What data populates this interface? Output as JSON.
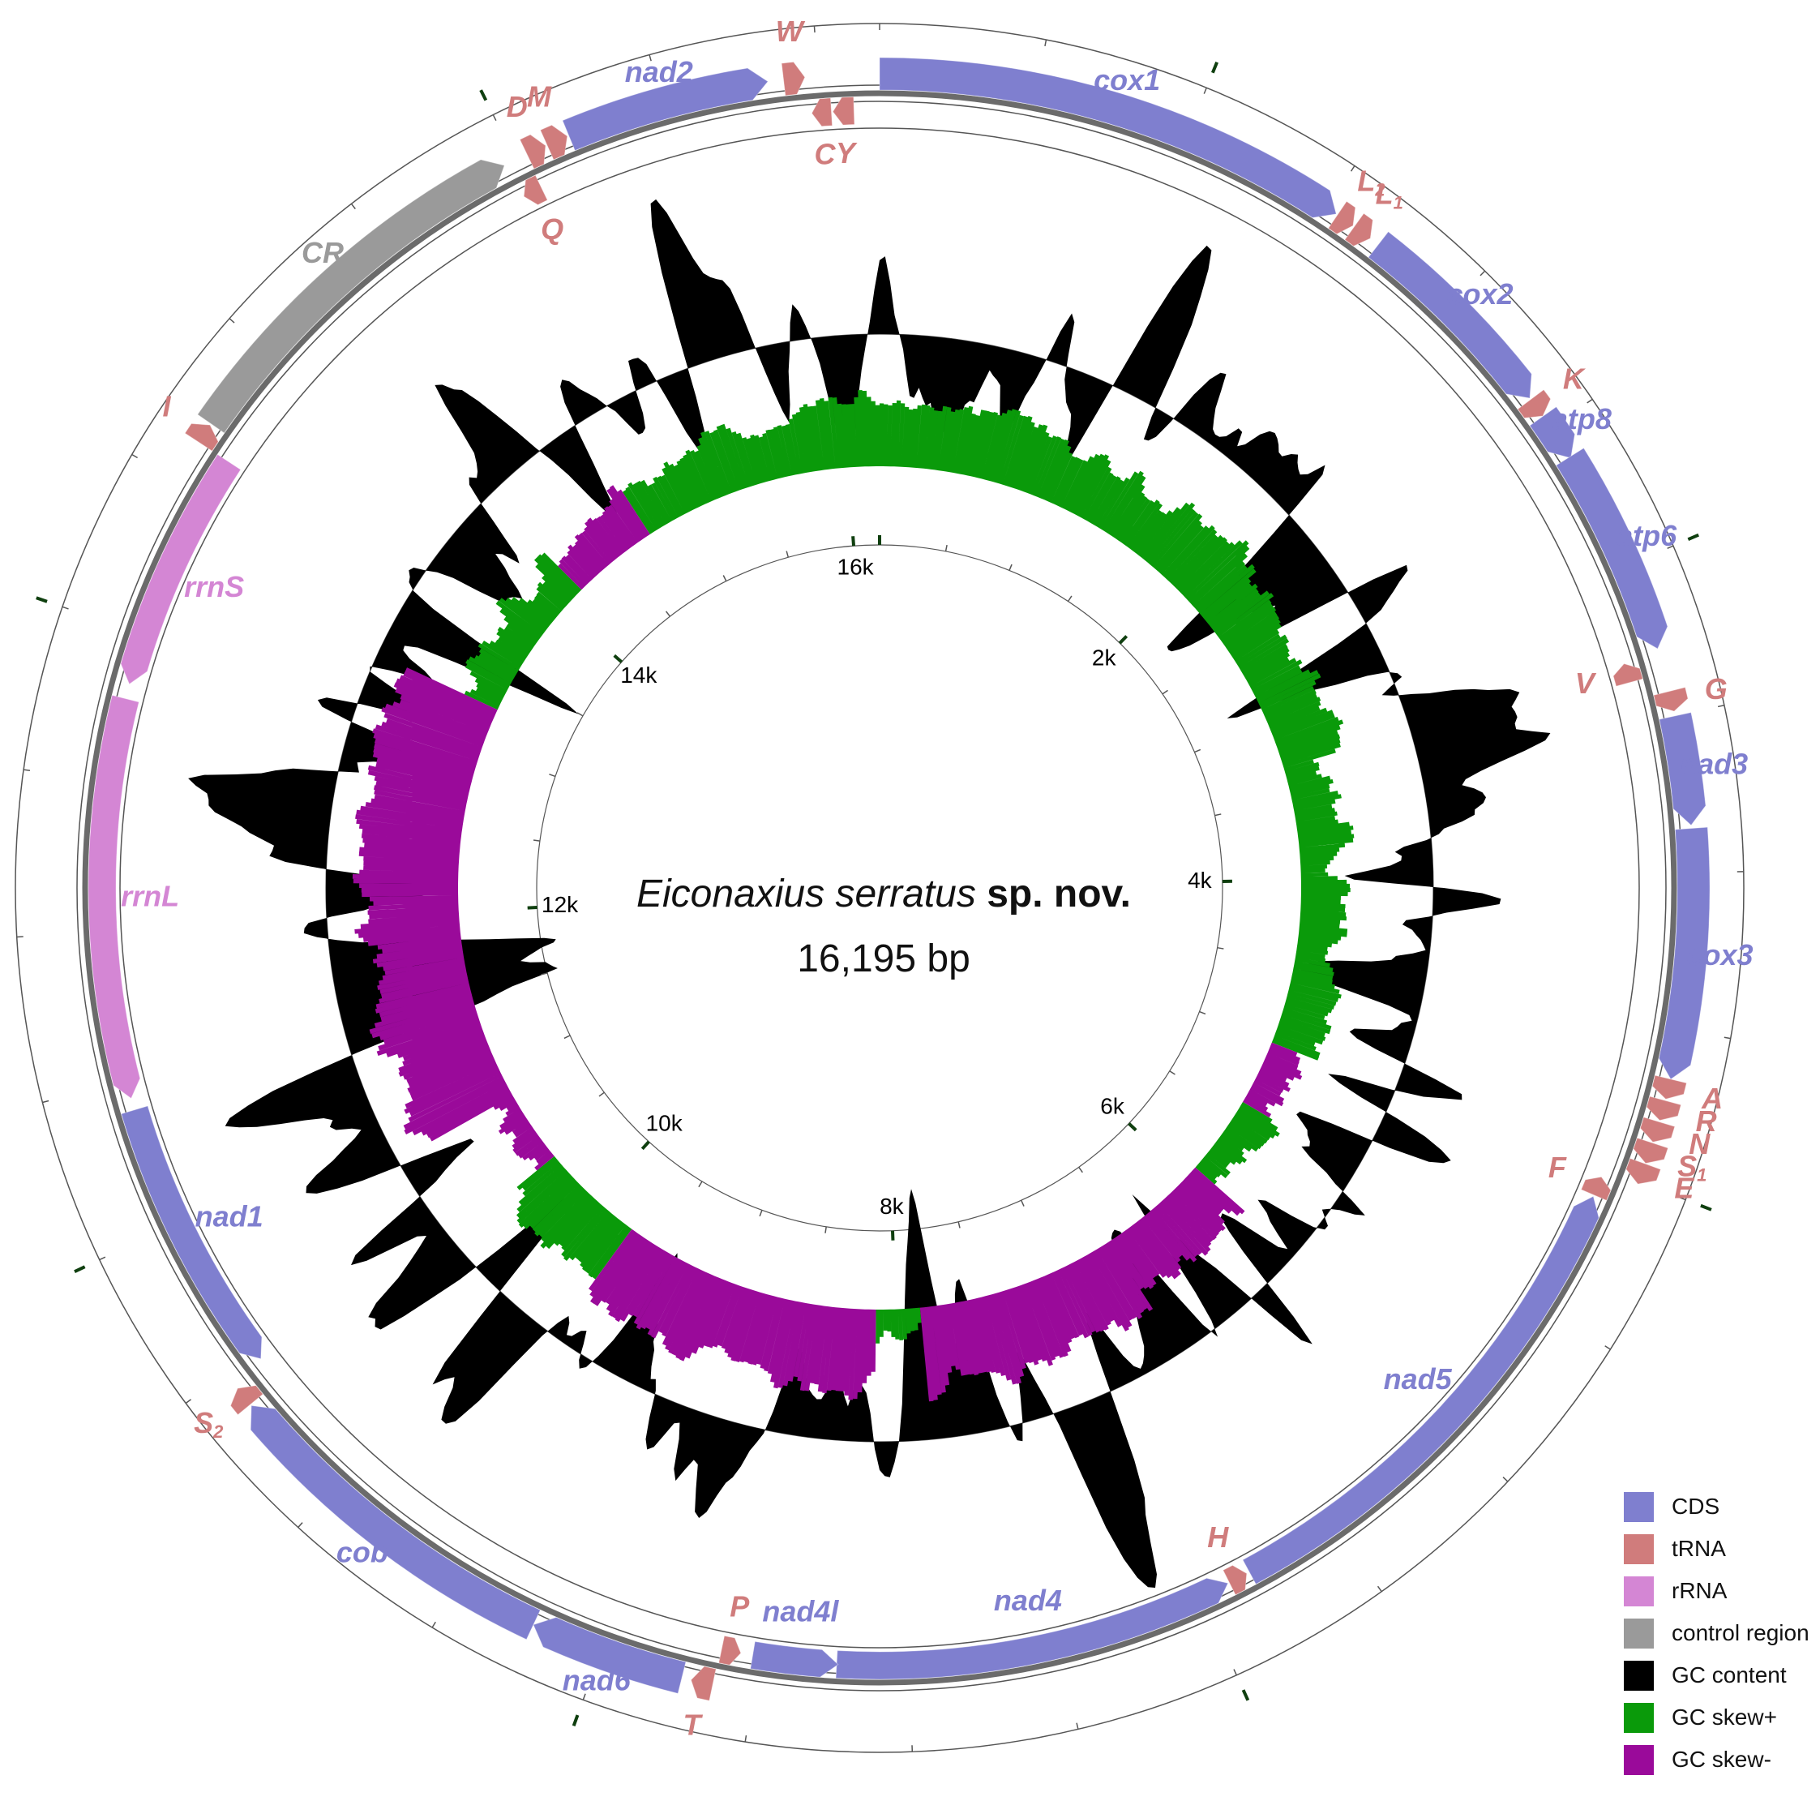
{
  "genome": {
    "species": "Eiconaxius serratus",
    "species_suffix": "sp. nov.",
    "size_label": "16,195 bp",
    "length": 16195
  },
  "colors": {
    "CDS": "#7f7fcf",
    "tRNA": "#d07c7c",
    "rRNA": "#d486d4",
    "control": "#9a9a9a",
    "gc_content": "#000000",
    "gc_skew_pos": "#0a9a0a",
    "gc_skew_neg": "#9a0a9a",
    "tick": "#0f3f0f"
  },
  "features": [
    {
      "name": "cox1",
      "type": "CDS",
      "start": 0,
      "end": 1535,
      "strand": "+",
      "sub": ""
    },
    {
      "name": "L",
      "sub": "2",
      "type": "tRNA",
      "start": 1540,
      "end": 1600,
      "strand": "+"
    },
    {
      "name": "L",
      "sub": "1",
      "type": "tRNA",
      "start": 1605,
      "end": 1668,
      "strand": "+"
    },
    {
      "name": "cox2",
      "type": "CDS",
      "start": 1700,
      "end": 2385,
      "strand": "+",
      "sub": ""
    },
    {
      "name": "K",
      "type": "tRNA",
      "start": 2390,
      "end": 2455,
      "strand": "+",
      "sub": ""
    },
    {
      "name": "atp8",
      "type": "CDS",
      "start": 2456,
      "end": 2615,
      "strand": "+",
      "sub": ""
    },
    {
      "name": "atp6",
      "type": "CDS",
      "start": 2610,
      "end": 3280,
      "strand": "+",
      "sub": ""
    },
    {
      "name": "V",
      "type": "tRNA",
      "start": 3295,
      "end": 3360,
      "strand": "-",
      "sub": ""
    },
    {
      "name": "G",
      "type": "tRNA",
      "start": 3420,
      "end": 3485,
      "strand": "+",
      "sub": ""
    },
    {
      "name": "nad3",
      "type": "CDS",
      "start": 3500,
      "end": 3850,
      "strand": "+",
      "sub": ""
    },
    {
      "name": "cox3",
      "type": "CDS",
      "start": 3860,
      "end": 4660,
      "strand": "+",
      "sub": ""
    },
    {
      "name": "A",
      "type": "tRNA",
      "start": 4660,
      "end": 4725,
      "strand": "+",
      "sub": ""
    },
    {
      "name": "R",
      "type": "tRNA",
      "start": 4730,
      "end": 4795,
      "strand": "+",
      "sub": ""
    },
    {
      "name": "N",
      "type": "tRNA",
      "start": 4800,
      "end": 4867,
      "strand": "+",
      "sub": ""
    },
    {
      "name": "S",
      "sub": "1",
      "type": "tRNA",
      "start": 4870,
      "end": 4938,
      "strand": "+"
    },
    {
      "name": "E",
      "type": "tRNA",
      "start": 4940,
      "end": 5008,
      "strand": "+",
      "sub": ""
    },
    {
      "name": "F",
      "type": "tRNA",
      "start": 5030,
      "end": 5095,
      "strand": "-",
      "sub": ""
    },
    {
      "name": "nad5",
      "type": "CDS",
      "start": 5100,
      "end": 6820,
      "strand": "-",
      "sub": ""
    },
    {
      "name": "H",
      "type": "tRNA",
      "start": 6830,
      "end": 6895,
      "strand": "-",
      "sub": ""
    },
    {
      "name": "nad4",
      "type": "CDS",
      "start": 6900,
      "end": 8240,
      "strand": "-",
      "sub": ""
    },
    {
      "name": "nad4l",
      "type": "CDS",
      "start": 8235,
      "end": 8520,
      "strand": "-",
      "sub": ""
    },
    {
      "name": "P",
      "type": "tRNA",
      "start": 8560,
      "end": 8625,
      "strand": "-",
      "sub": ""
    },
    {
      "name": "T",
      "type": "tRNA",
      "start": 8630,
      "end": 8700,
      "strand": "+",
      "sub": ""
    },
    {
      "name": "nad6",
      "type": "CDS",
      "start": 8730,
      "end": 9230,
      "strand": "+",
      "sub": ""
    },
    {
      "name": "cob",
      "type": "CDS",
      "start": 9230,
      "end": 10370,
      "strand": "+",
      "sub": ""
    },
    {
      "name": "S",
      "sub": "2",
      "type": "tRNA",
      "start": 10375,
      "end": 10440,
      "strand": "+"
    },
    {
      "name": "nad1",
      "type": "CDS",
      "start": 10470,
      "end": 11400,
      "strand": "-",
      "sub": ""
    },
    {
      "name": "rrnL",
      "type": "rRNA",
      "start": 11440,
      "end": 12780,
      "strand": "-",
      "sub": ""
    },
    {
      "name": "rrnS",
      "type": "rRNA",
      "start": 12830,
      "end": 13640,
      "strand": "-",
      "sub": ""
    },
    {
      "name": "I",
      "type": "tRNA",
      "start": 13640,
      "end": 13705,
      "strand": "+",
      "sub": ""
    },
    {
      "name": "CR",
      "type": "control",
      "start": 13710,
      "end": 14960,
      "strand": "+",
      "sub": ""
    },
    {
      "name": "Q",
      "type": "tRNA",
      "start": 14970,
      "end": 15035,
      "strand": "-",
      "sub": ""
    },
    {
      "name": "D",
      "type": "tRNA",
      "start": 15040,
      "end": 15105,
      "strand": "+",
      "sub": ""
    },
    {
      "name": "M",
      "type": "tRNA",
      "start": 15110,
      "end": 15180,
      "strand": "+",
      "sub": ""
    },
    {
      "name": "nad2",
      "type": "CDS",
      "start": 15185,
      "end": 15840,
      "strand": "+",
      "sub": ""
    },
    {
      "name": "W",
      "type": "tRNA",
      "start": 15890,
      "end": 15958,
      "strand": "+",
      "sub": ""
    },
    {
      "name": "C",
      "type": "tRNA",
      "start": 15970,
      "end": 16035,
      "strand": "-",
      "sub": ""
    },
    {
      "name": "Y",
      "type": "tRNA",
      "start": 16040,
      "end": 16110,
      "strand": "-",
      "sub": ""
    }
  ],
  "position_ticks": [
    "2k",
    "4k",
    "6k",
    "8k",
    "10k",
    "12k",
    "14k",
    "16k"
  ],
  "legend": [
    {
      "key": "CDS",
      "label": "CDS"
    },
    {
      "key": "tRNA",
      "label": "tRNA"
    },
    {
      "key": "rRNA",
      "label": "rRNA"
    },
    {
      "key": "control",
      "label": "control region"
    },
    {
      "key": "gc_content",
      "label": "GC content"
    },
    {
      "key": "gc_skew_pos",
      "label": "GC skew+"
    },
    {
      "key": "gc_skew_neg",
      "label": "GC skew-"
    }
  ]
}
